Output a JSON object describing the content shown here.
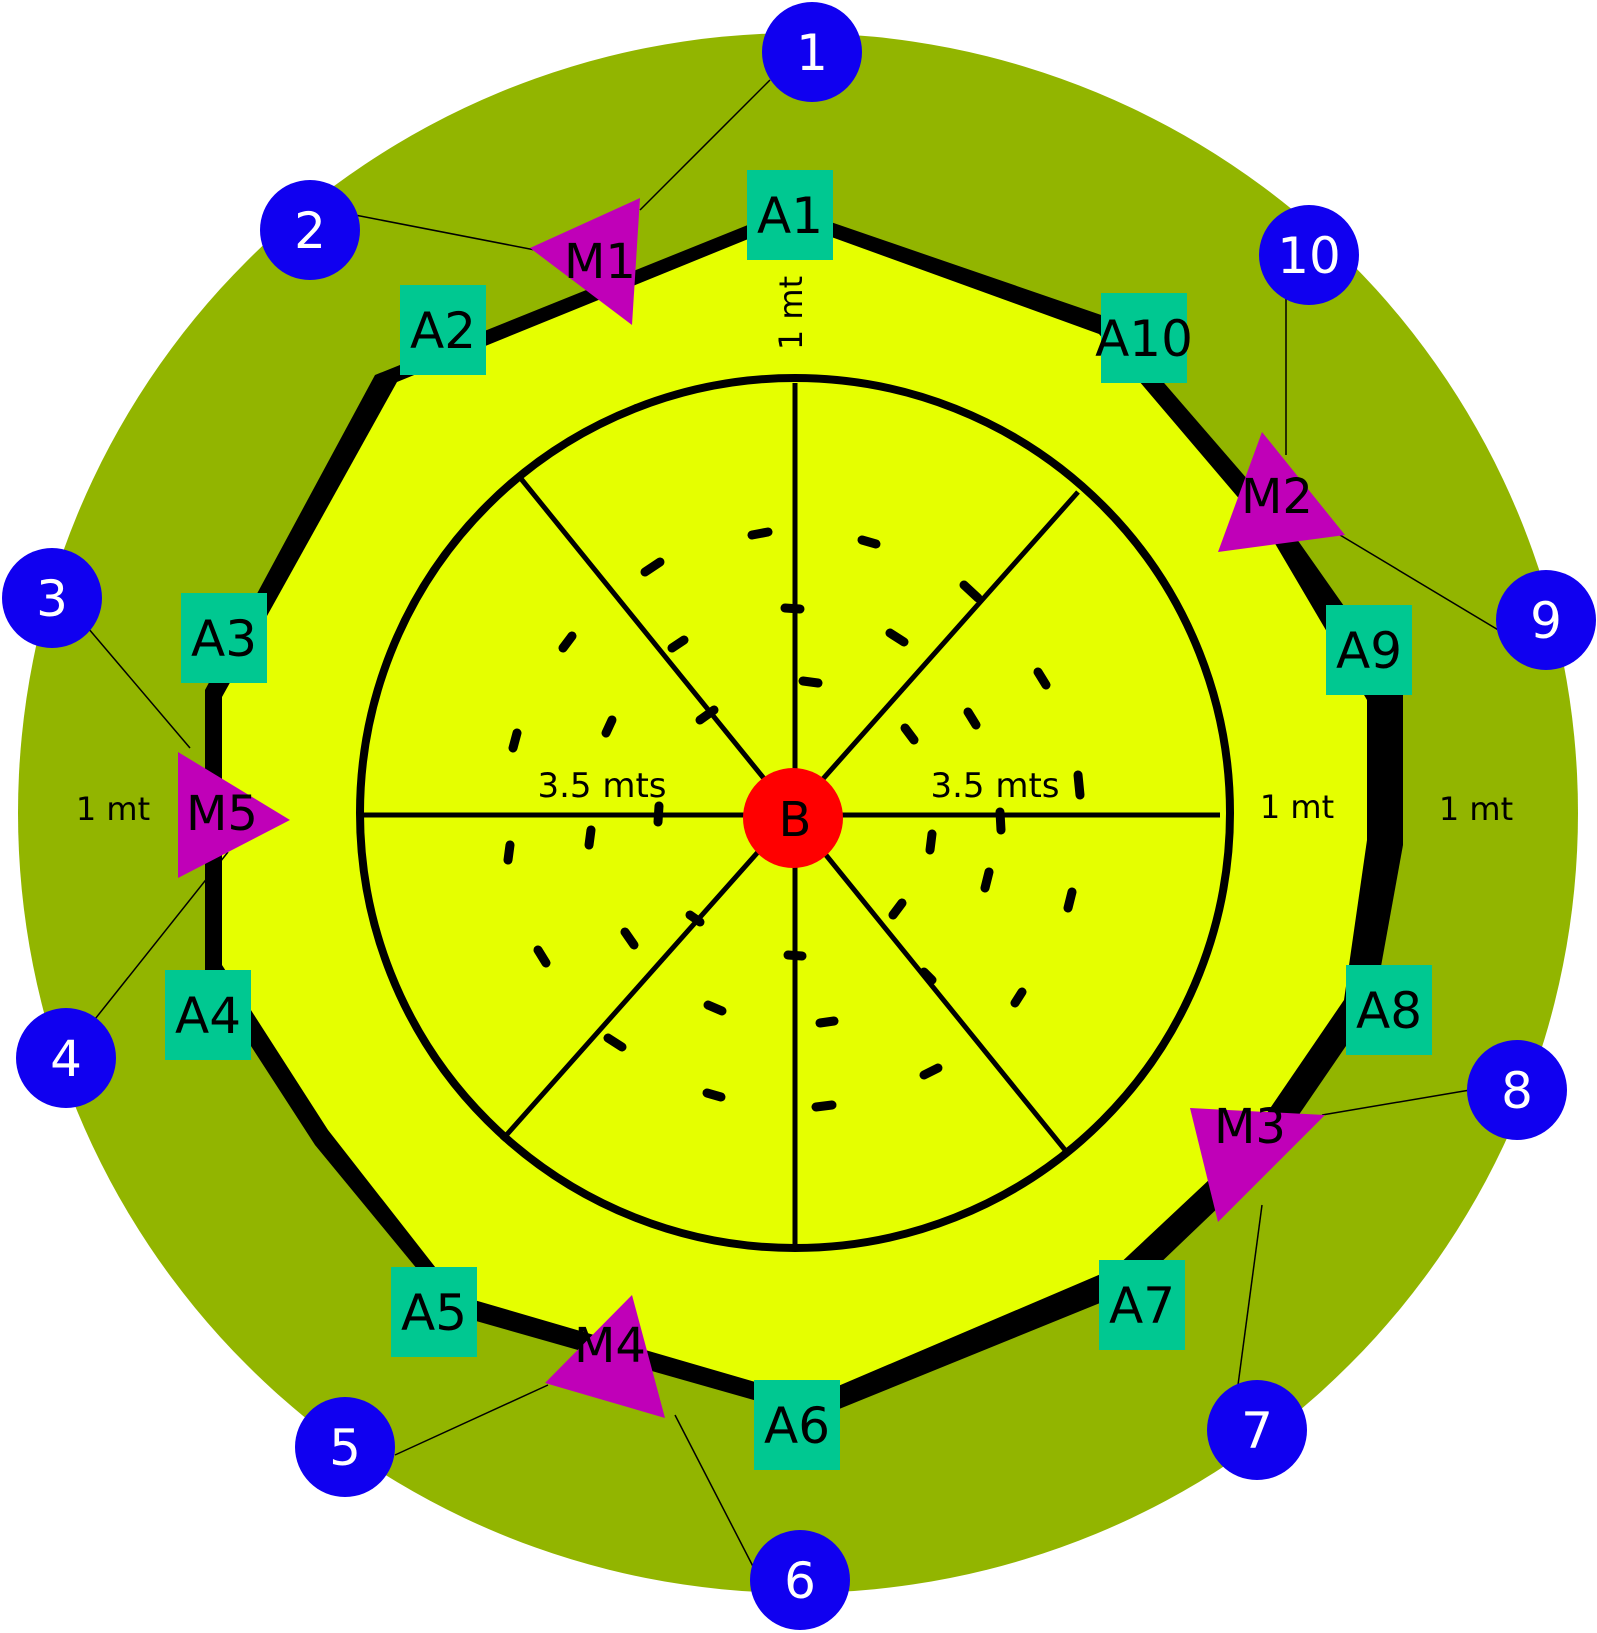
{
  "colors": {
    "outer_ring": "#92b500",
    "inner_field": "#e5ff00",
    "boundary": "#000000",
    "anchor": "#00c891",
    "marker": "#c000b8",
    "number_circle": "#1000f0",
    "center": "#ff0000",
    "number_text": "#ffffff",
    "label_text": "#000000"
  },
  "center": {
    "label": "B"
  },
  "anchors": [
    {
      "id": "a1",
      "label": "A1"
    },
    {
      "id": "a2",
      "label": "A2"
    },
    {
      "id": "a3",
      "label": "A3"
    },
    {
      "id": "a4",
      "label": "A4"
    },
    {
      "id": "a5",
      "label": "A5"
    },
    {
      "id": "a6",
      "label": "A6"
    },
    {
      "id": "a7",
      "label": "A7"
    },
    {
      "id": "a8",
      "label": "A8"
    },
    {
      "id": "a9",
      "label": "A9"
    },
    {
      "id": "a10",
      "label": "A10"
    }
  ],
  "markers": [
    {
      "id": "m1",
      "label": "M1"
    },
    {
      "id": "m2",
      "label": "M2"
    },
    {
      "id": "m3",
      "label": "M3"
    },
    {
      "id": "m4",
      "label": "M4"
    },
    {
      "id": "m5",
      "label": "M5"
    }
  ],
  "numbers": [
    "1",
    "2",
    "3",
    "4",
    "5",
    "6",
    "7",
    "8",
    "9",
    "10"
  ],
  "dimensions": {
    "radius_left": "3.5 mts",
    "radius_right": "3.5 mts",
    "gap_top": "1 mt",
    "gap_right": "1 mt",
    "ring_right": "1 mt",
    "ring_left": "1 mt"
  }
}
